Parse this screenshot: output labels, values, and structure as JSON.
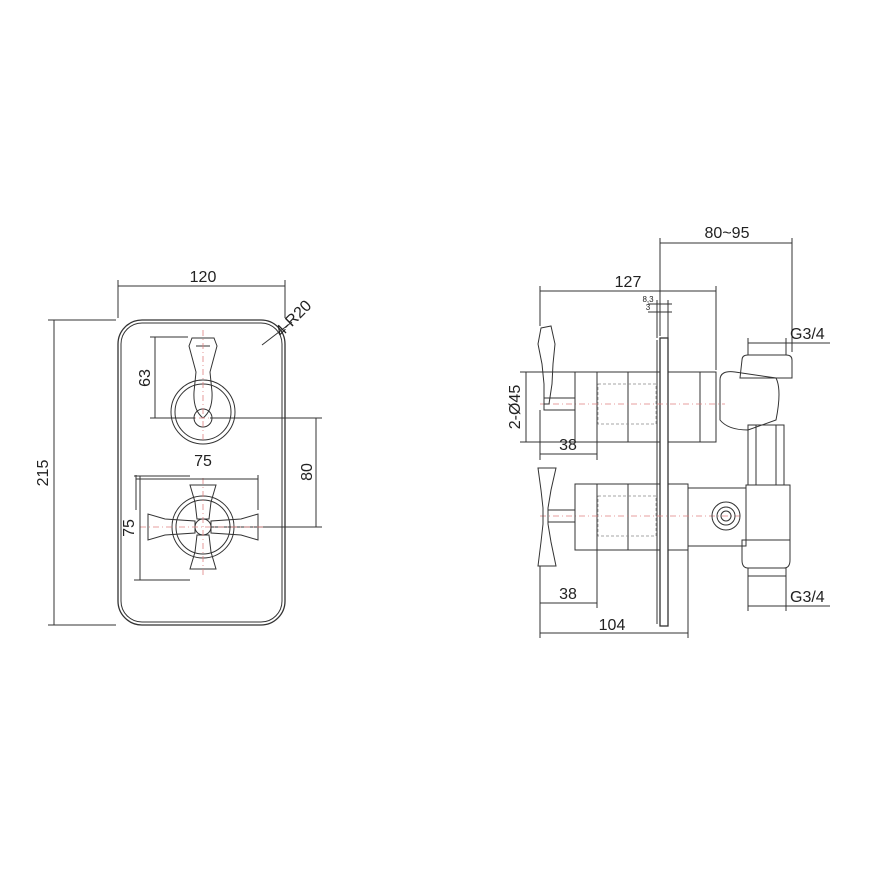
{
  "dimensions": {
    "front": {
      "width": "120",
      "height": "215",
      "corner_radius": "4-R20",
      "lever_height": "63",
      "handle_spacing": "80",
      "cross_width": "75",
      "cross_height": "75"
    },
    "side": {
      "wall_depth": "80~95",
      "overall_depth": "127",
      "plate_top": "8,3",
      "plate_bottom": "3",
      "diameter": "2-Ø45",
      "lever_projection": "38",
      "cross_projection": "38",
      "body_depth": "104",
      "inlet_top": "G3/4",
      "inlet_bottom": "G3/4"
    }
  },
  "colors": {
    "line": "#333333",
    "centerline": "#e08080",
    "hidden": "#888888"
  }
}
